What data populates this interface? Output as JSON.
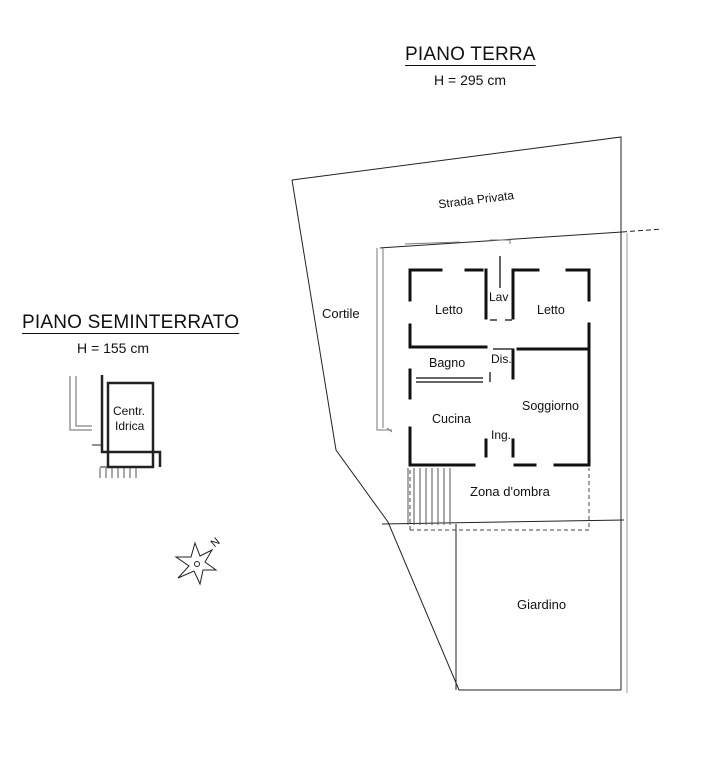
{
  "ground_floor": {
    "title": "PIANO TERRA",
    "height": "H = 295 cm"
  },
  "basement": {
    "title": "PIANO SEMINTERRATO",
    "height": "H = 155 cm"
  },
  "labels": {
    "private_road": "Strada Privata",
    "courtyard": "Cortile",
    "bedroom_left": "Letto",
    "bedroom_right": "Letto",
    "laundry": "Lav",
    "bathroom": "Bagno",
    "hallway": "Dis.",
    "kitchen": "Cucina",
    "living_room": "Soggiorno",
    "entrance": "Ing.",
    "shade_zone": "Zona d'ombra",
    "garden": "Giardino",
    "water_center_line1": "Centr.",
    "water_center_line2": "Idrica",
    "north": "N"
  }
}
